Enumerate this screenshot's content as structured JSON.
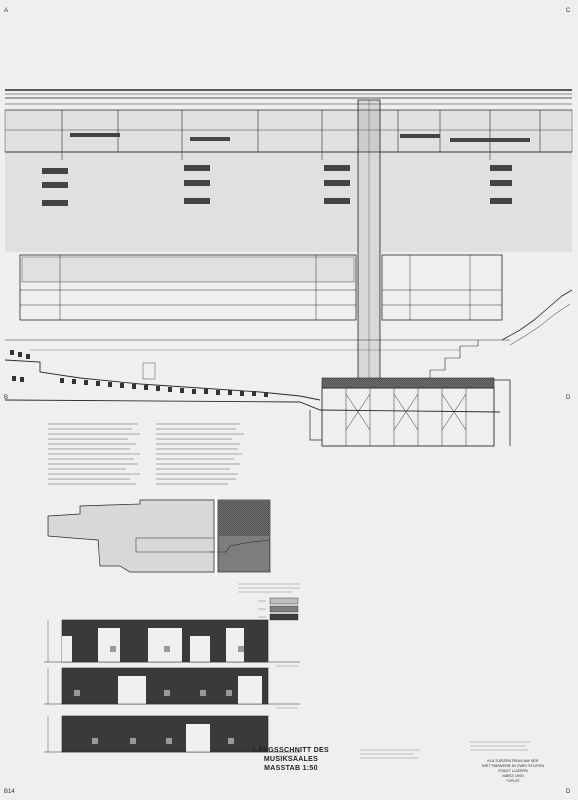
{
  "corners": {
    "top_left": "A",
    "top_right": "C",
    "mid_left": "B",
    "mid_right": "D",
    "bottom_left": "B14",
    "bottom_right": "D"
  },
  "title": {
    "line1": "LÄNGSSCHNITT DES",
    "line2": "MUSIKSAALES",
    "line3": "MASSTAB   1:50"
  },
  "info": {
    "line1": "KULTURZENTRUM AM SEE",
    "line2": "WETTBEWERB IN ZWEI STUFEN",
    "line3": "STADT LUZERN",
    "line4": "MÄRZ 1990",
    "line5": "\"OPUS\""
  },
  "colors": {
    "ink": "#2a2a2a",
    "paper": "#eeefee",
    "hatch": "#555555",
    "dark_fill": "#3a3a3a"
  }
}
